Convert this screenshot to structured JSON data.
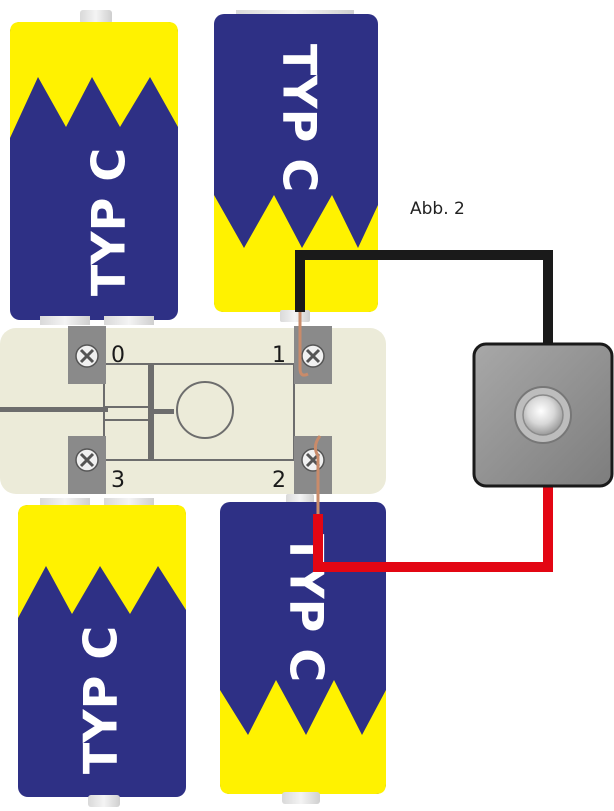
{
  "figure_label": "Abb. 2",
  "battery_label": "TYP C",
  "terminals": {
    "t0": "0",
    "t1": "1",
    "t2": "2",
    "t3": "3"
  },
  "colors": {
    "battery_body": "#2e3085",
    "battery_cap": "#fff200",
    "board": "#ecebd9",
    "board_lines": "#6d6d6d",
    "wire_black": "#1a1a1a",
    "wire_red": "#e30613",
    "copper": "#c98b6a",
    "button_body": "#8c8c8c"
  },
  "icons": {
    "screw": "screw-icon",
    "pushbutton": "pushbutton-icon"
  }
}
